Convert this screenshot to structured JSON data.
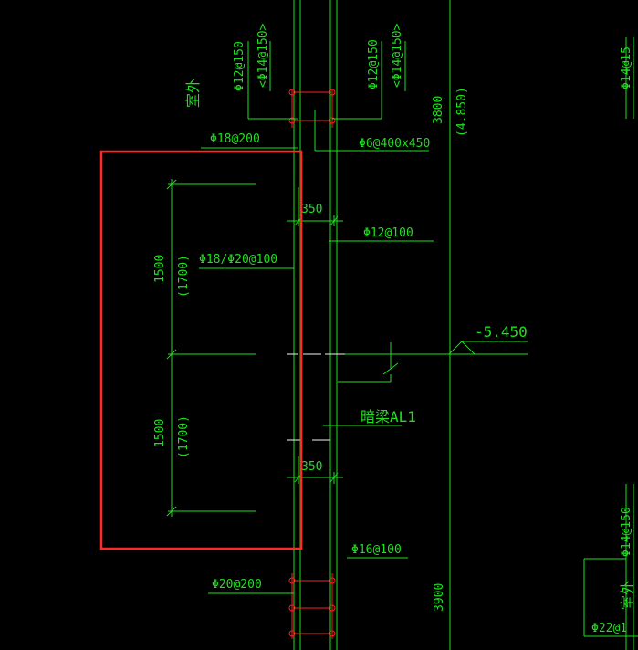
{
  "labels": {
    "outdoor_top": "室外",
    "rebar_top_left_1": "Φ12@150",
    "rebar_top_left_2": "<Φ14@150>",
    "rebar_top_right_1": "Φ12@150",
    "rebar_top_right_2": "<Φ14@150>",
    "rebar_far_right": "Φ14@15",
    "phi18_200": "Φ18@200",
    "phi6_stirrup": "Φ6@400x450",
    "dim_3800": "3800",
    "elev_4850": "(4.850)",
    "dim_350_top": "350",
    "phi12_100": "Φ12@100",
    "phi18_20_100": "Φ18/Φ20@100",
    "dim_1500_top": "1500",
    "dim_1700_top": "(1700)",
    "elev_5450": "-5.450",
    "hidden_beam": "暗梁AL1",
    "dim_1500_bottom": "1500",
    "dim_1700_bottom": "(1700)",
    "dim_350_bottom": "350",
    "phi16_100": "Φ16@100",
    "phi20_200": "Φ20@200",
    "dim_3900": "3900",
    "rebar_bottom_right": "Φ14@150",
    "outdoor_bottom": "室外",
    "phi22": "Φ22@1"
  },
  "colors": {
    "background": "#000000",
    "line": "#1ee01e",
    "text": "#1ee01e",
    "rebar": "#ff1e1e",
    "highlight": "#ff2a2a",
    "white": "#f2f2f2"
  }
}
